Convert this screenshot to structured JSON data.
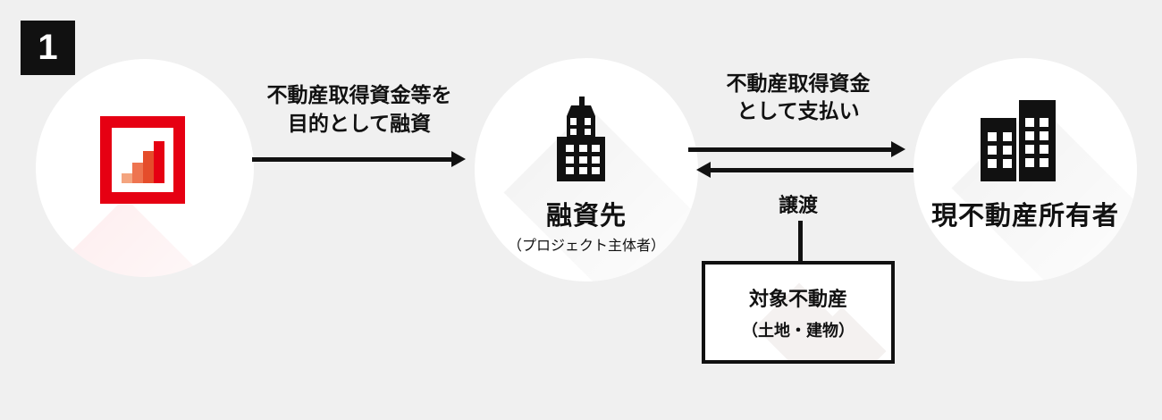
{
  "step_badge": "1",
  "entities": {
    "borrower": {
      "label": "融資先",
      "sublabel": "（プロジェクト主体者）"
    },
    "owner": {
      "label": "現不動産所有者"
    }
  },
  "flow": {
    "loan_arrow": {
      "line1": "不動産取得資金等を",
      "line2": "目的として融資",
      "direction": "right"
    },
    "payment_arrow": {
      "line1": "不動産取得資金",
      "line2": "として支払い",
      "direction": "right"
    },
    "transfer_arrow": {
      "label": "譲渡",
      "direction": "left"
    }
  },
  "property_box": {
    "title": "対象不動産",
    "subtitle": "（土地・建物）"
  },
  "colors": {
    "background": "#f0f0f0",
    "ink": "#111111",
    "accent_red": "#e60012",
    "bar_colors": [
      "#f4a47f",
      "#ee7450",
      "#e54d2b",
      "#e60012"
    ]
  }
}
